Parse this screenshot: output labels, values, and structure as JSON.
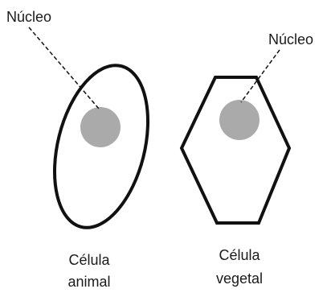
{
  "animal_cell": {
    "nucleus_label": "Núcleo",
    "caption_line1": "Célula",
    "caption_line2": "animal"
  },
  "plant_cell": {
    "nucleus_label": "Núcleo",
    "caption_line1": "Célula",
    "caption_line2": "vegetal"
  },
  "colors": {
    "outline": "#111111",
    "nucleus": "#aaaaaa",
    "pointer_line": "#111111"
  }
}
